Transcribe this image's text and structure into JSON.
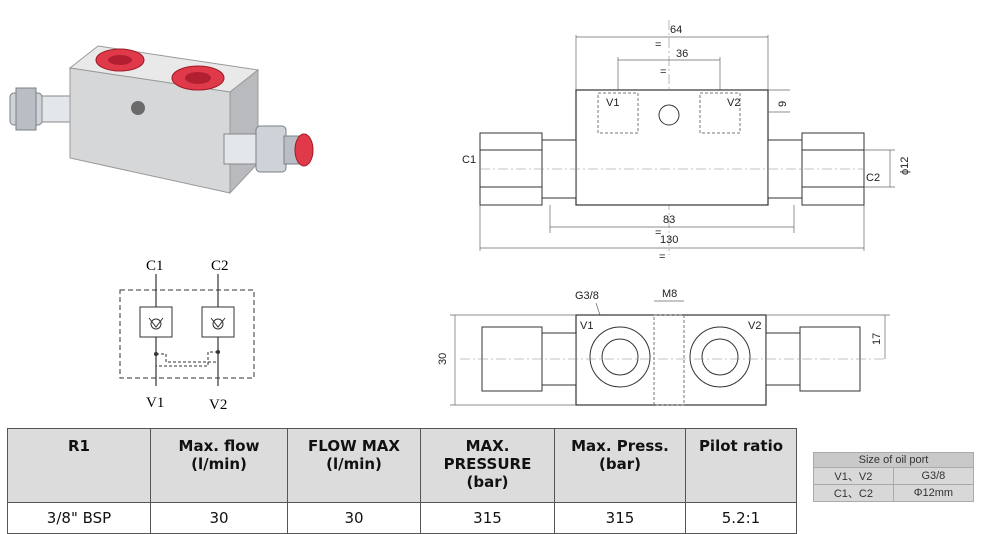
{
  "product": {
    "description": "Aluminium double pilot check valve block with two threaded V ports and compression fittings on C1 and C2"
  },
  "schematic": {
    "top_left": "C1",
    "top_right": "C2",
    "bottom_left": "V1",
    "bottom_right": "V2"
  },
  "front_view": {
    "dim_top_outer": "64",
    "dim_top_inner": "36",
    "dim_right": "9",
    "dim_bottom_inner": "83",
    "dim_bottom_outer": "130",
    "diameter": "ϕ12",
    "port_v1": "V1",
    "port_v2": "V2",
    "port_c1": "C1",
    "port_c2": "C2",
    "sym_eq": "="
  },
  "top_view": {
    "thread_label": "G3/8",
    "mount_label": "M8",
    "height": "30",
    "side": "17",
    "port_v1": "V1",
    "port_v2": "V2"
  },
  "spec_table": {
    "headers": [
      "R1",
      "Max. flow\n(l/min)",
      "FLOW MAX\n(l/min)",
      "MAX. PRESSURE\n(bar)",
      "Max. Press.\n(bar)",
      "Pilot ratio"
    ],
    "row": [
      "3/8\" BSP",
      "30",
      "30",
      "315",
      "315",
      "5.2:1"
    ]
  },
  "port_table": {
    "title": "Size of oil port",
    "rows": [
      [
        "V1、V2",
        "G3/8"
      ],
      [
        "C1、C2",
        "Φ12mm"
      ]
    ]
  }
}
